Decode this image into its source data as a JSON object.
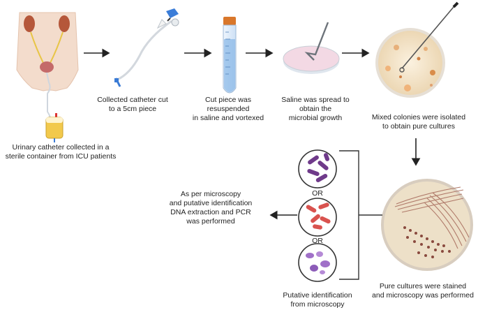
{
  "steps": {
    "collect": [
      "Urinary catheter collected in a",
      "sterile container from ICU patients"
    ],
    "cut": [
      "Collected catheter cut",
      "to a 5cm piece"
    ],
    "resuspend": [
      "Cut piece was",
      "resuspended",
      "in saline and vortexed"
    ],
    "spread": [
      "Saline was spread to",
      "obtain the",
      "microbial growth"
    ],
    "isolate": [
      "Mixed colonies were isolated",
      "to obtain pure cultures"
    ],
    "stain": [
      "Pure cultures were stained",
      "and microscopy was performed"
    ],
    "identify": [
      "Putative identification",
      "from microscopy"
    ],
    "pcr": [
      "As per microscopy",
      "and putative identification",
      "DNA extraction and PCR",
      "was performed"
    ]
  },
  "or_labels": [
    "OR",
    "OR"
  ],
  "colors": {
    "arrow": "#222222",
    "skin": "#f3dccc",
    "kidney": "#b5573a",
    "agar": "#f6ead6",
    "purple_rods": "#6f3a8a",
    "red_rods": "#d9534f",
    "violet_cocci": "#a070c8",
    "tube_blue": "#7fb2e5",
    "cap_orange": "#d9772b",
    "urine_bag": "#f2c94c"
  }
}
